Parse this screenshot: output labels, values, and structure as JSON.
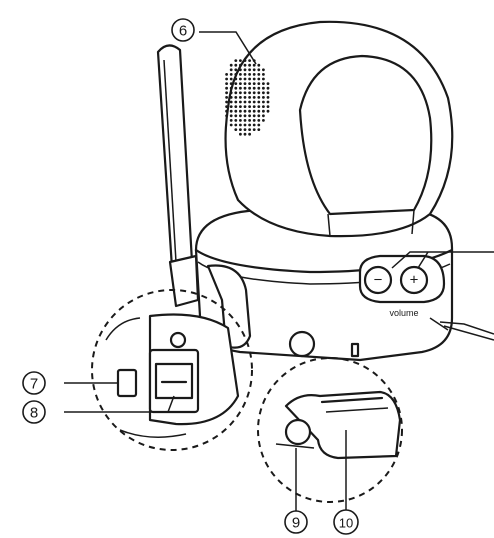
{
  "callouts": {
    "c6": "6",
    "c7": "7",
    "c8": "8",
    "c9": "9",
    "c10": "10"
  },
  "labels": {
    "minus": "−",
    "plus": "+",
    "volume": "volume"
  }
}
